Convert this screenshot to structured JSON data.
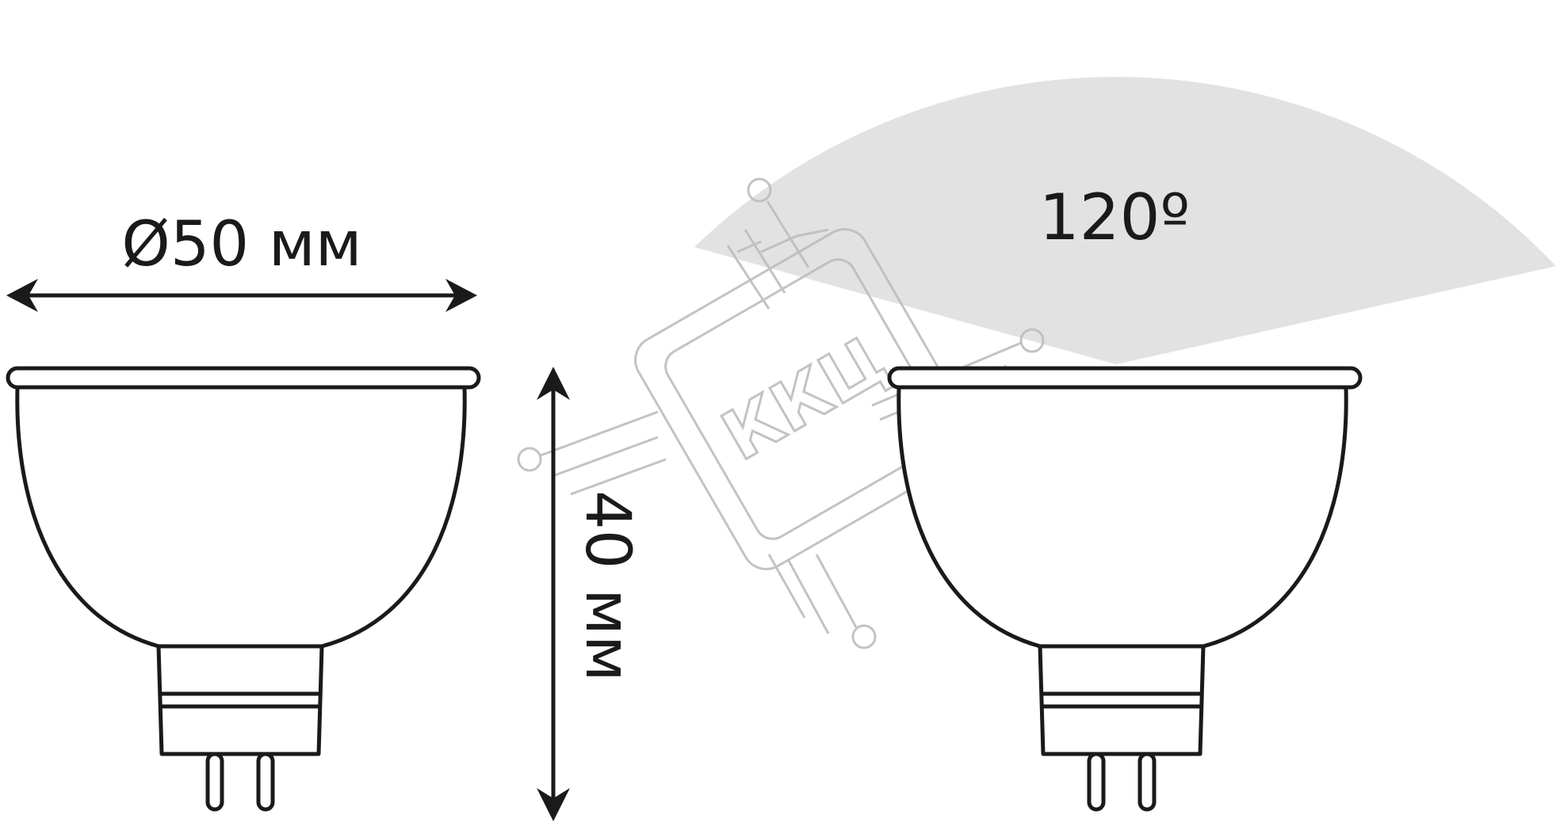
{
  "diagram": {
    "width_label": "Ø50 мм",
    "height_label": "40 мм",
    "beam_angle_label": "120º",
    "watermark_text": "ККЦ"
  },
  "colors": {
    "line": "#1a1a1a",
    "beam_fill": "#e2e2e2",
    "watermark": "#bdbdbd",
    "background": "#ffffff"
  }
}
